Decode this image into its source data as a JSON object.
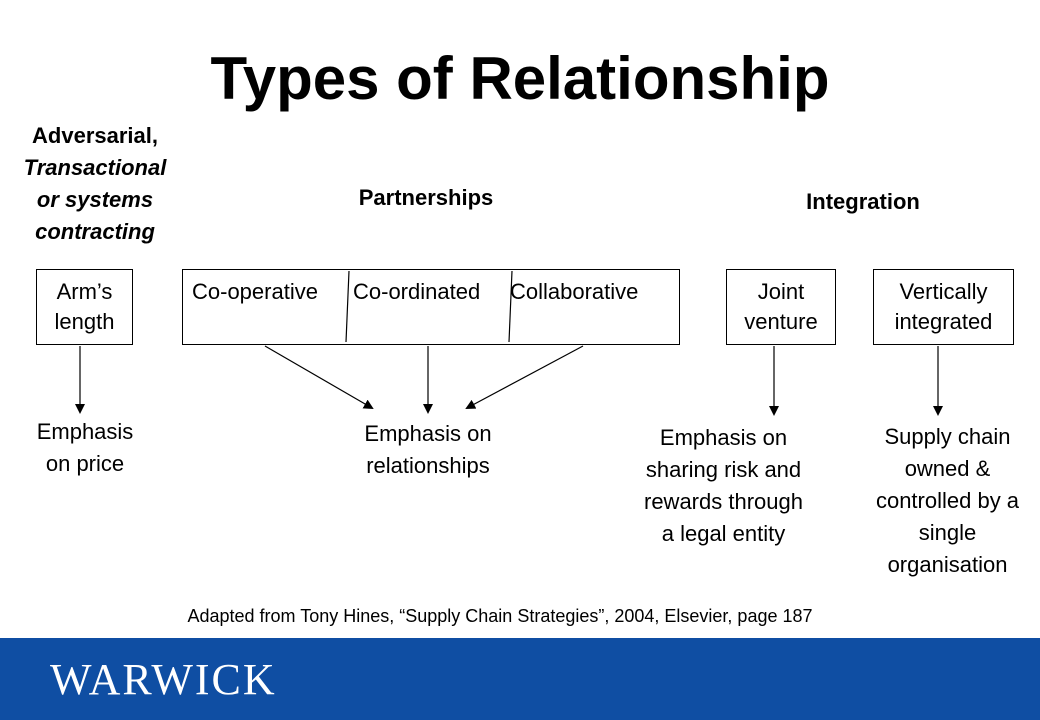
{
  "title": "Types of Relationship",
  "categories": {
    "adversarial": {
      "line1": "Adversarial,",
      "line2": "Transactional",
      "line3": "or systems",
      "line4": "contracting"
    },
    "partnerships": "Partnerships",
    "integration": "Integration"
  },
  "boxes": {
    "arms_length": [
      "Arm’s",
      "length"
    ],
    "cooperative": "Co-operative",
    "coordinated": "Co-ordinated",
    "collaborative": "Collaborative",
    "joint_venture": [
      "Joint",
      "venture"
    ],
    "vertically_integrated": [
      "Vertically",
      "integrated"
    ]
  },
  "descriptions": {
    "price": [
      "Emphasis",
      "on price"
    ],
    "relationships": [
      "Emphasis on",
      "relationships"
    ],
    "sharing": [
      "Emphasis on",
      "sharing risk and",
      "rewards through",
      "a legal entity"
    ],
    "supply_chain": [
      "Supply chain",
      "owned &",
      "controlled by a",
      "single",
      "organisation"
    ]
  },
  "citation": "Adapted from Tony Hines, “Supply Chain Strategies”, 2004, Elsevier, page 187",
  "logo_text": "WARWICK",
  "colors": {
    "footer": "#0f4ea3",
    "text": "#000000",
    "logo": "#ffffff"
  }
}
